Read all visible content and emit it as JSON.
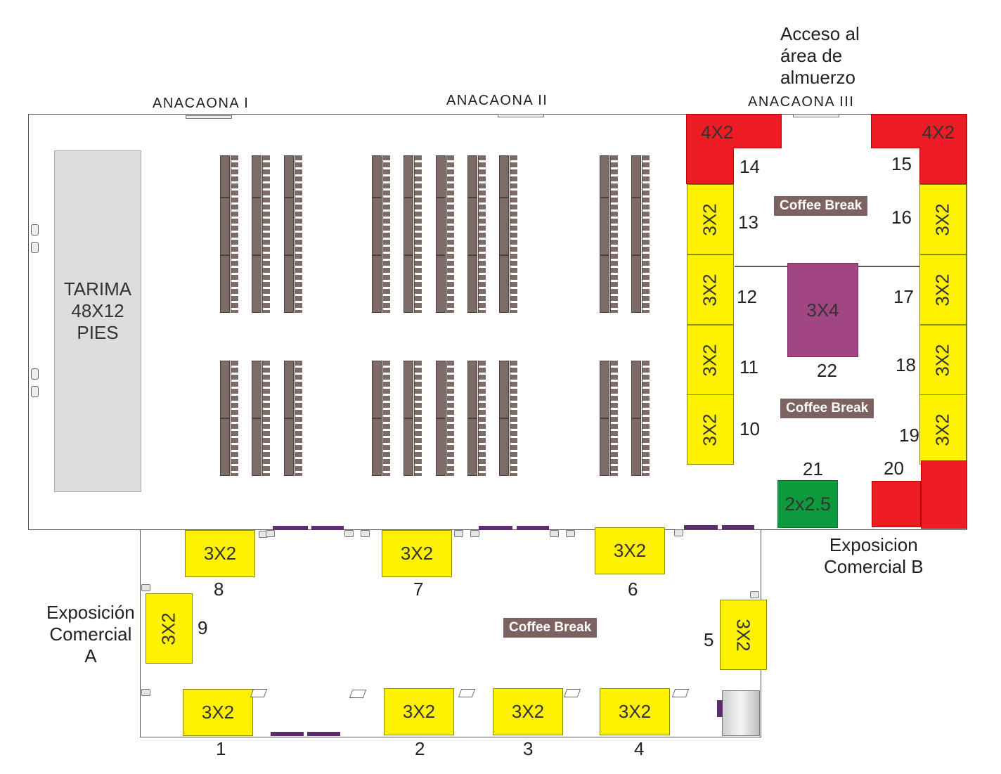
{
  "colors": {
    "booth_yellow": "#fff200",
    "booth_red": "#ed1c24",
    "booth_purple": "#a14583",
    "booth_green": "#0d9a3c",
    "coffee_break_bg": "#7c6260",
    "stage_bg": "#dedcdc",
    "table": "#7d6b67"
  },
  "top_note": "Acceso al\nárea de\nalmuerzo",
  "rooms": {
    "anacaona_1": "ANACAONA  I",
    "anacaona_2": "ANACAONA  II",
    "anacaona_3": "ANACAONA  III"
  },
  "stage": {
    "label": "TARIMA\n48X12\nPIES"
  },
  "coffee_break": "Coffee Break",
  "areas": {
    "expo_a": "Exposición\nComercial\nA",
    "expo_b": "Exposicion\nComercial B"
  },
  "booths": [
    {
      "number": "1",
      "size": "3X2"
    },
    {
      "number": "2",
      "size": "3X2"
    },
    {
      "number": "3",
      "size": "3X2"
    },
    {
      "number": "4",
      "size": "3X2"
    },
    {
      "number": "5",
      "size": "3X2"
    },
    {
      "number": "6",
      "size": "3X2"
    },
    {
      "number": "7",
      "size": "3X2"
    },
    {
      "number": "8",
      "size": "3X2"
    },
    {
      "number": "9",
      "size": "3X2"
    },
    {
      "number": "10",
      "size": "3X2"
    },
    {
      "number": "11",
      "size": "3X2"
    },
    {
      "number": "12",
      "size": "3X2"
    },
    {
      "number": "13",
      "size": "3X2"
    },
    {
      "number": "14",
      "size": "4X2"
    },
    {
      "number": "15",
      "size": "4X2"
    },
    {
      "number": "16",
      "size": "3X2"
    },
    {
      "number": "17",
      "size": "3X2"
    },
    {
      "number": "18",
      "size": "3X2"
    },
    {
      "number": "19",
      "size": "3X2"
    },
    {
      "number": "20",
      "size": ""
    },
    {
      "number": "21",
      "size": "2x2.5"
    },
    {
      "number": "22",
      "size": "3X4"
    }
  ]
}
